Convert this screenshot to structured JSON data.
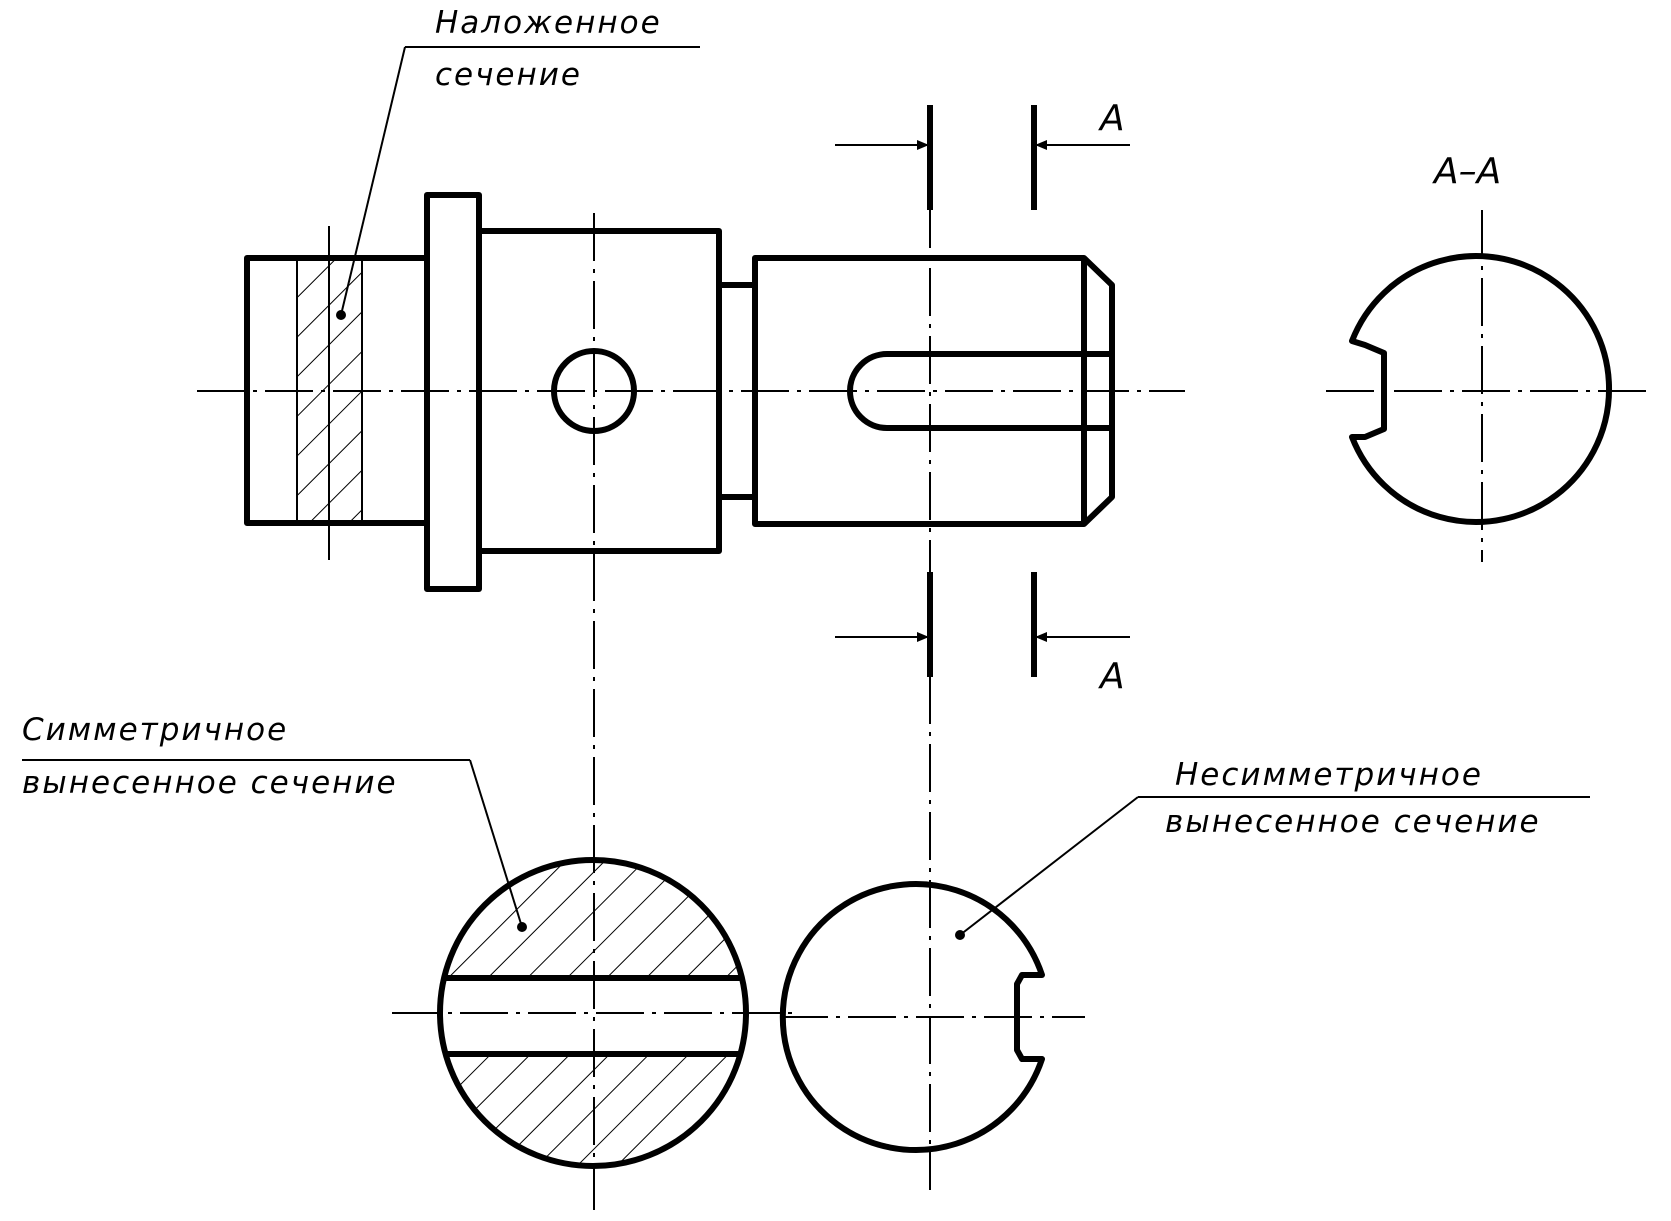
{
  "labels": {
    "superimposed_section": [
      "Наложенное",
      "сечение"
    ],
    "symmetric_section": [
      "Симметричное",
      "вынесенное сечение"
    ],
    "asymmetric_section": [
      "Несимметричное",
      "вынесенное сечение"
    ],
    "cut_letter_top": "A",
    "cut_letter_bottom": "A",
    "section_title": "A–A"
  },
  "colors": {
    "ink": "#000000",
    "paper": "#ffffff"
  }
}
